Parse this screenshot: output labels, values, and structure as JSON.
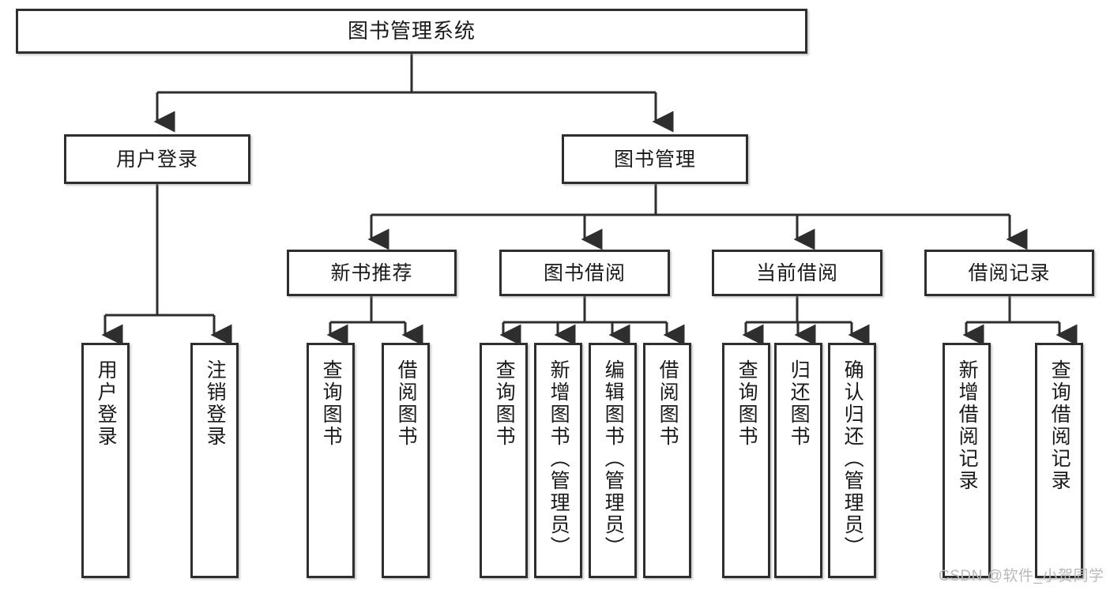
{
  "diagram": {
    "title": "图书管理系统",
    "type": "tree-hierarchy-chart",
    "colors": {
      "box_border": "#2e2e2e",
      "box_fill": "#ffffff",
      "edge": "#2e2e2e",
      "text": "#1a1a1a",
      "watermark": "#b9b9b9"
    },
    "nodes": {
      "root": {
        "label": "图书管理系统"
      },
      "level2": [
        {
          "label": "用户登录"
        },
        {
          "label": "图书管理"
        }
      ],
      "level3": [
        {
          "label": "新书推荐"
        },
        {
          "label": "图书借阅"
        },
        {
          "label": "当前借阅"
        },
        {
          "label": "借阅记录"
        }
      ],
      "leaves": {
        "user_login": [
          {
            "label": "用户登录"
          },
          {
            "label": "注销登录"
          }
        ],
        "new_book_recommend": [
          {
            "label": "查询图书"
          },
          {
            "label": "借阅图书"
          }
        ],
        "book_borrow": [
          {
            "label": "查询图书"
          },
          {
            "label": "新增图书（管理员）"
          },
          {
            "label": "编辑图书（管理员）"
          },
          {
            "label": "借阅图书"
          }
        ],
        "current_borrow": [
          {
            "label": "查询图书"
          },
          {
            "label": "归还图书"
          },
          {
            "label": "确认归还（管理员）"
          }
        ],
        "borrow_record": [
          {
            "label": "新增借阅记录"
          },
          {
            "label": "查询借阅记录"
          }
        ]
      }
    },
    "watermark": "CSDN @软件_小贺同学"
  }
}
